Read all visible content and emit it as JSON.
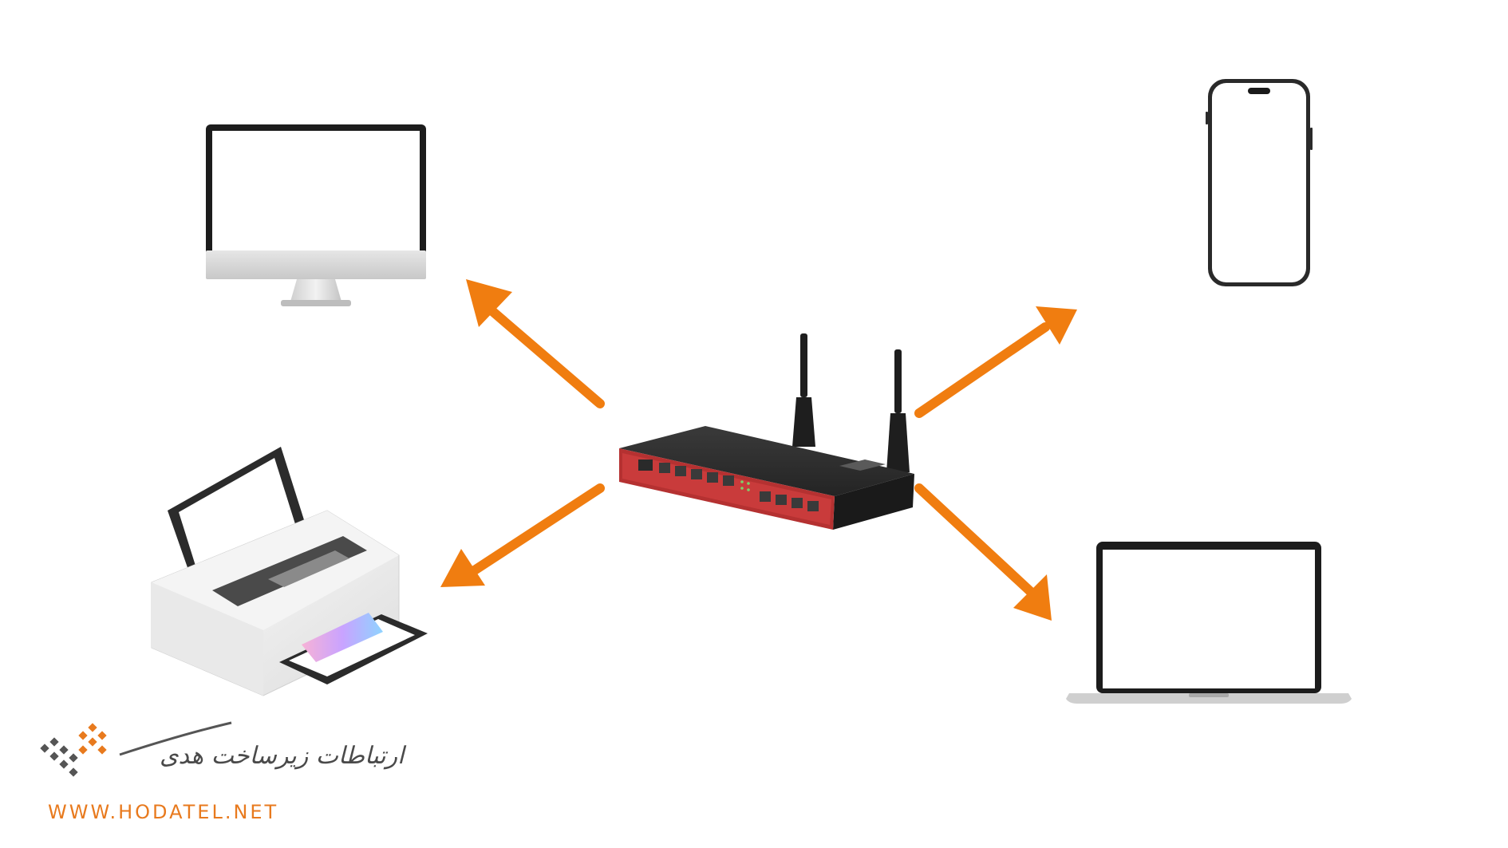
{
  "diagram": {
    "center_device": "router",
    "connected_devices": [
      {
        "name": "desktop-monitor",
        "icon": "monitor-icon"
      },
      {
        "name": "printer",
        "icon": "printer-icon"
      },
      {
        "name": "smartphone",
        "icon": "phone-icon"
      },
      {
        "name": "laptop",
        "icon": "laptop-icon"
      }
    ],
    "arrow_color": "#F07D10"
  },
  "brand": {
    "persian_name": "ارتباطات زیرساخت هدی",
    "url": "WWW.HODATEL.NET",
    "accent_color": "#E87A1E",
    "logo_icon": "hodatel-logo-icon"
  }
}
